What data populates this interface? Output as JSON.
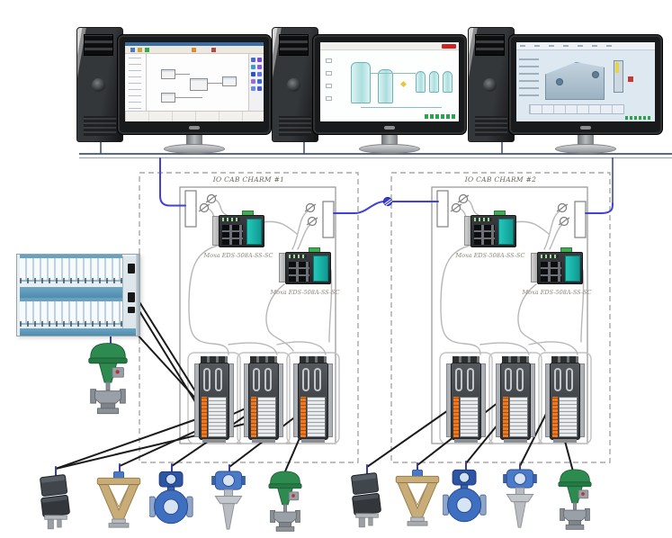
{
  "cabinets": [
    {
      "label": "IO CAB CHARM #1",
      "switches": [
        {
          "label": "Moxa EDS-508A-SS-SC"
        },
        {
          "label": "Moxa EDS-508A-SS-SC"
        }
      ]
    },
    {
      "label": "IO CAB CHARM #2",
      "switches": [
        {
          "label": "Moxa EDS-508A-SS-SC"
        },
        {
          "label": "Moxa EDS-508A-SS-SC"
        }
      ]
    }
  ],
  "workstations": [
    {
      "name": "engineering-workstation",
      "screen": "function-block-editor"
    },
    {
      "name": "operator-workstation-1",
      "screen": "process-overview-hmi"
    },
    {
      "name": "operator-workstation-2",
      "screen": "equipment-graphic-hmi"
    }
  ],
  "controller_rack": {
    "name": "deltav-io-rack"
  },
  "field_devices": {
    "standalone": [
      "control-valve"
    ],
    "left": [
      "junction-box",
      "coriolis-flow-meter",
      "magnetic-flow-meter",
      "level-transmitter",
      "control-valve"
    ],
    "right": [
      "junction-box",
      "coriolis-flow-meter",
      "magnetic-flow-meter",
      "level-transmitter",
      "control-valve"
    ]
  },
  "colors": {
    "cable_blue": "#4040dd",
    "network_bus": "#44546a",
    "field_wire": "#1b1b1b",
    "moxa_teal": "#17b0a6",
    "charm_orange": "#e8731e"
  }
}
